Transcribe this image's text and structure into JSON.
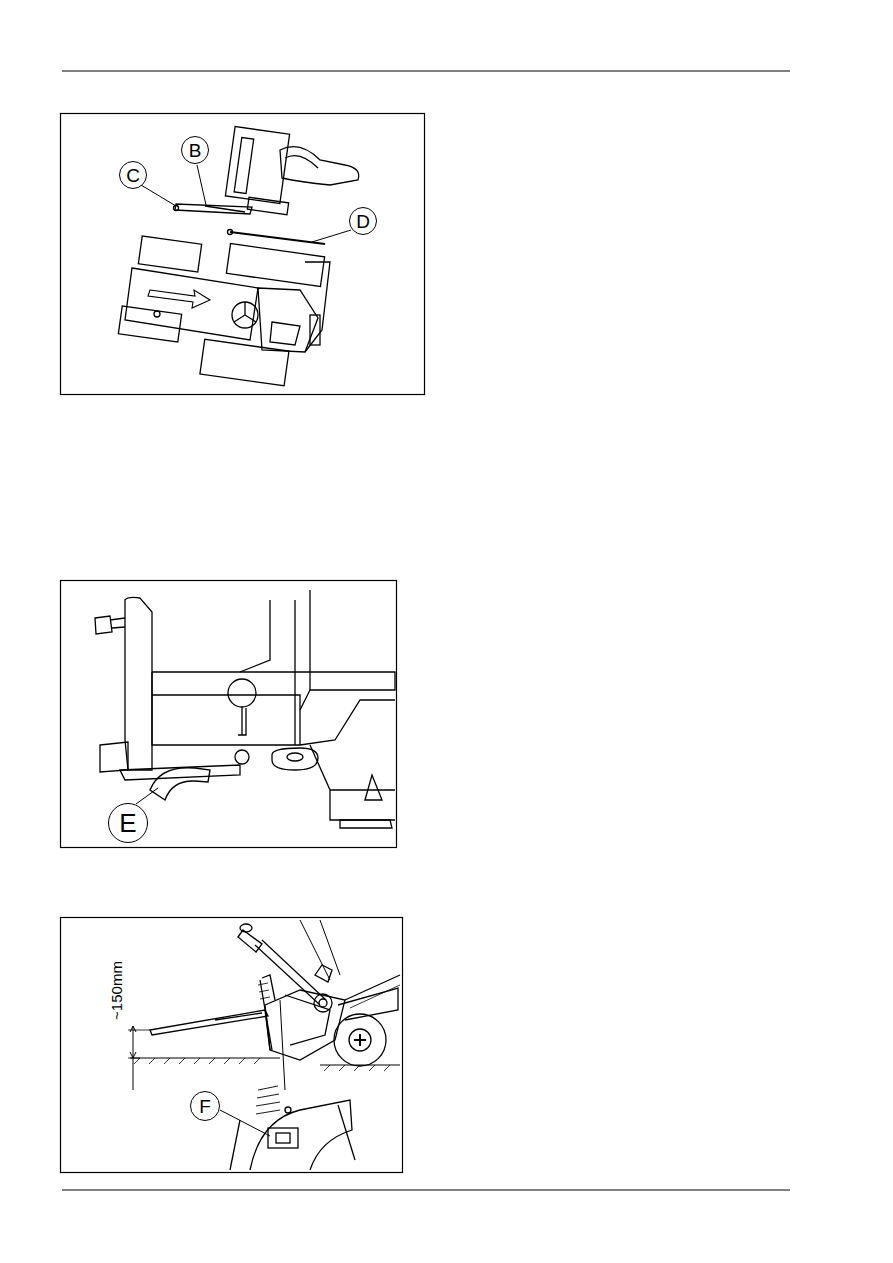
{
  "diagram": {
    "labels": [
      "B",
      "C",
      "D",
      "E",
      "~150mm",
      "F"
    ]
  }
}
